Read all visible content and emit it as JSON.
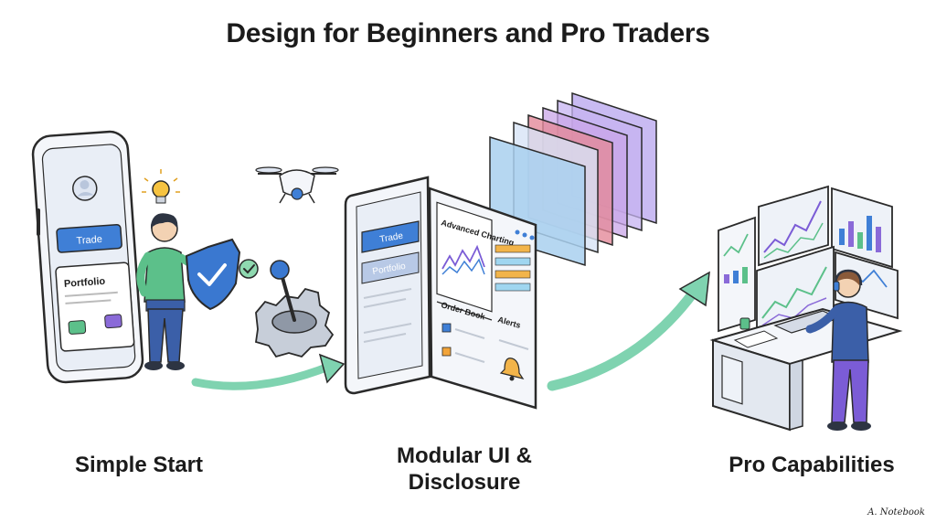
{
  "title": "Design for Beginners and Pro Traders",
  "stages": [
    {
      "label": "Simple Start"
    },
    {
      "label": "Modular UI & Disclosure"
    },
    {
      "label": "Pro Capabilities"
    }
  ],
  "phone_simple": {
    "button": "Trade",
    "card_title": "Portfolio"
  },
  "phone_modular": {
    "button": "Trade",
    "button_secondary": "Portfolio",
    "panels": {
      "advanced_charting": "Advanced Charting",
      "order_book": "Order Book",
      "alerts": "Alerts"
    }
  },
  "watermark": "A. Notebook",
  "colors": {
    "accent_blue": "#3f7fd6",
    "accent_green": "#7fd3b0",
    "purple": "#8a6ad8",
    "shirt_green": "#5cc08a",
    "shield_blue": "#3a78d0"
  },
  "icons": [
    "user-avatar-icon",
    "lightbulb-icon",
    "shield-check-icon",
    "check-icon",
    "drone-icon",
    "joystick-gear-icon",
    "bell-icon",
    "headset-icon"
  ]
}
